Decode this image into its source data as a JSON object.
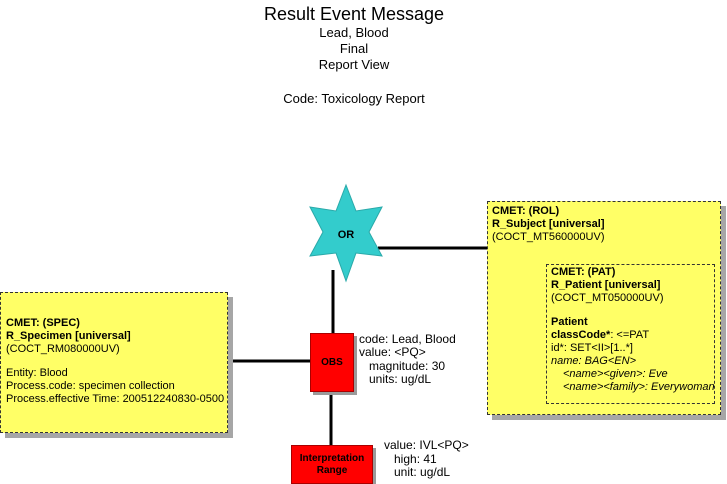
{
  "title": "Result Event Message",
  "subtitle_lines": [
    "Lead, Blood",
    "Final",
    "Report View"
  ],
  "code_line": "Code: Toxicology Report",
  "colors": {
    "cmet_fill": "#ffff66",
    "act_fill": "#ff0000",
    "star_fill": "#33cccc"
  },
  "star": {
    "label": "OR"
  },
  "obs": {
    "label": "OBS",
    "attrs": [
      "code: Lead, Blood",
      "value:  <PQ>",
      "magnitude:  30",
      "units:  ug/dL"
    ]
  },
  "interp": {
    "label_lines": [
      "Interpretation",
      "Range"
    ],
    "attrs": [
      "value:  IVL<PQ>",
      "high:  41",
      "unit:  ug/dL"
    ]
  },
  "specimen": {
    "lines": [
      "CMET: (SPEC)",
      "R_Specimen [universal]",
      "(COCT_RM080000UV)",
      "Entity: Blood",
      "Process.code: specimen collection",
      "Process.effective Time:  200512240830-0500"
    ]
  },
  "subject": {
    "lines": [
      "CMET: (ROL)",
      "R_Subject [universal]",
      "(COCT_MT560000UV)"
    ]
  },
  "patient": {
    "header_lines": [
      "CMET: (PAT)",
      "R_Patient [universal]",
      "(COCT_MT050000UV)"
    ],
    "class_name": "Patient",
    "class_code_label": "classCode*",
    "class_code_value": ": <=PAT",
    "id_line": "id*: SET<II>[1..*]",
    "name_line": "name: BAG<EN>",
    "given_line": "<name><given>: Eve",
    "family_line": "<name><family>: Everywoman"
  }
}
